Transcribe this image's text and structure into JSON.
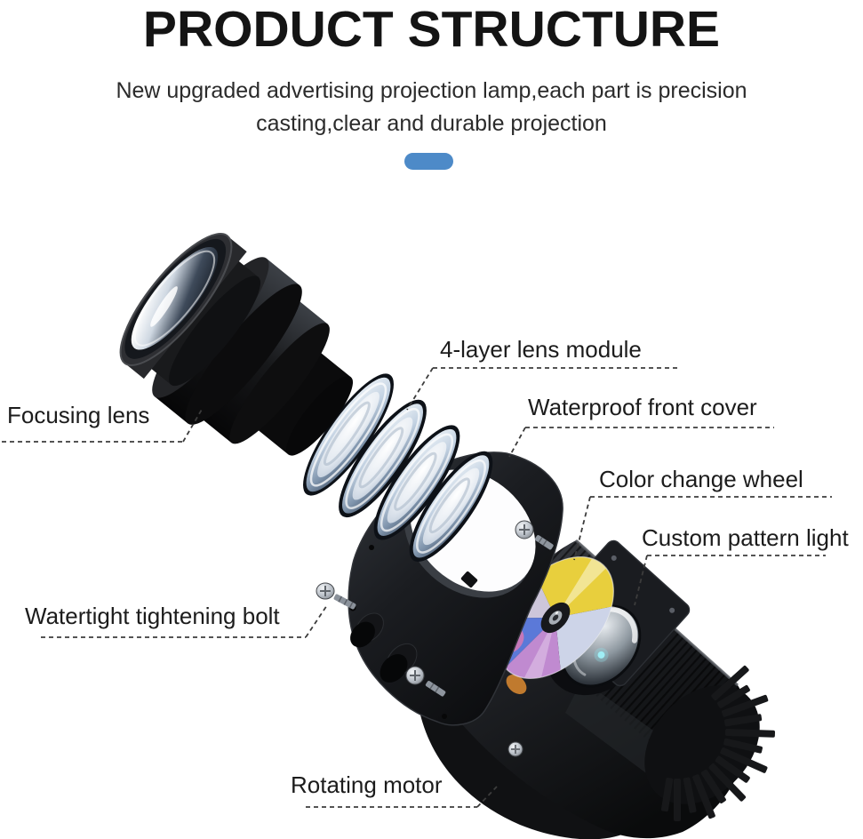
{
  "header": {
    "title": "PRODUCT STRUCTURE",
    "subtitle_line1": "New upgraded advertising projection lamp,each part is precision",
    "subtitle_line2": "casting,clear and durable projection",
    "divider_color": "#4d8ac8"
  },
  "diagram": {
    "labels": {
      "focusing_lens": "Focusing lens",
      "lens_module": "4-layer lens module",
      "waterproof_cover": "Waterproof front cover",
      "color_wheel": "Color change wheel",
      "pattern_light": "Custom pattern light",
      "tightening_bolt": "Watertight tightening bolt",
      "rotating_motor": "Rotating motor"
    },
    "part_colors": {
      "wheel_yellow": "#e8cf3d",
      "wheel_blue": "#5b79d8",
      "wheel_lavender": "#cdc6da",
      "wheel_pink": "#d878b4",
      "body_black": "#141518"
    }
  }
}
